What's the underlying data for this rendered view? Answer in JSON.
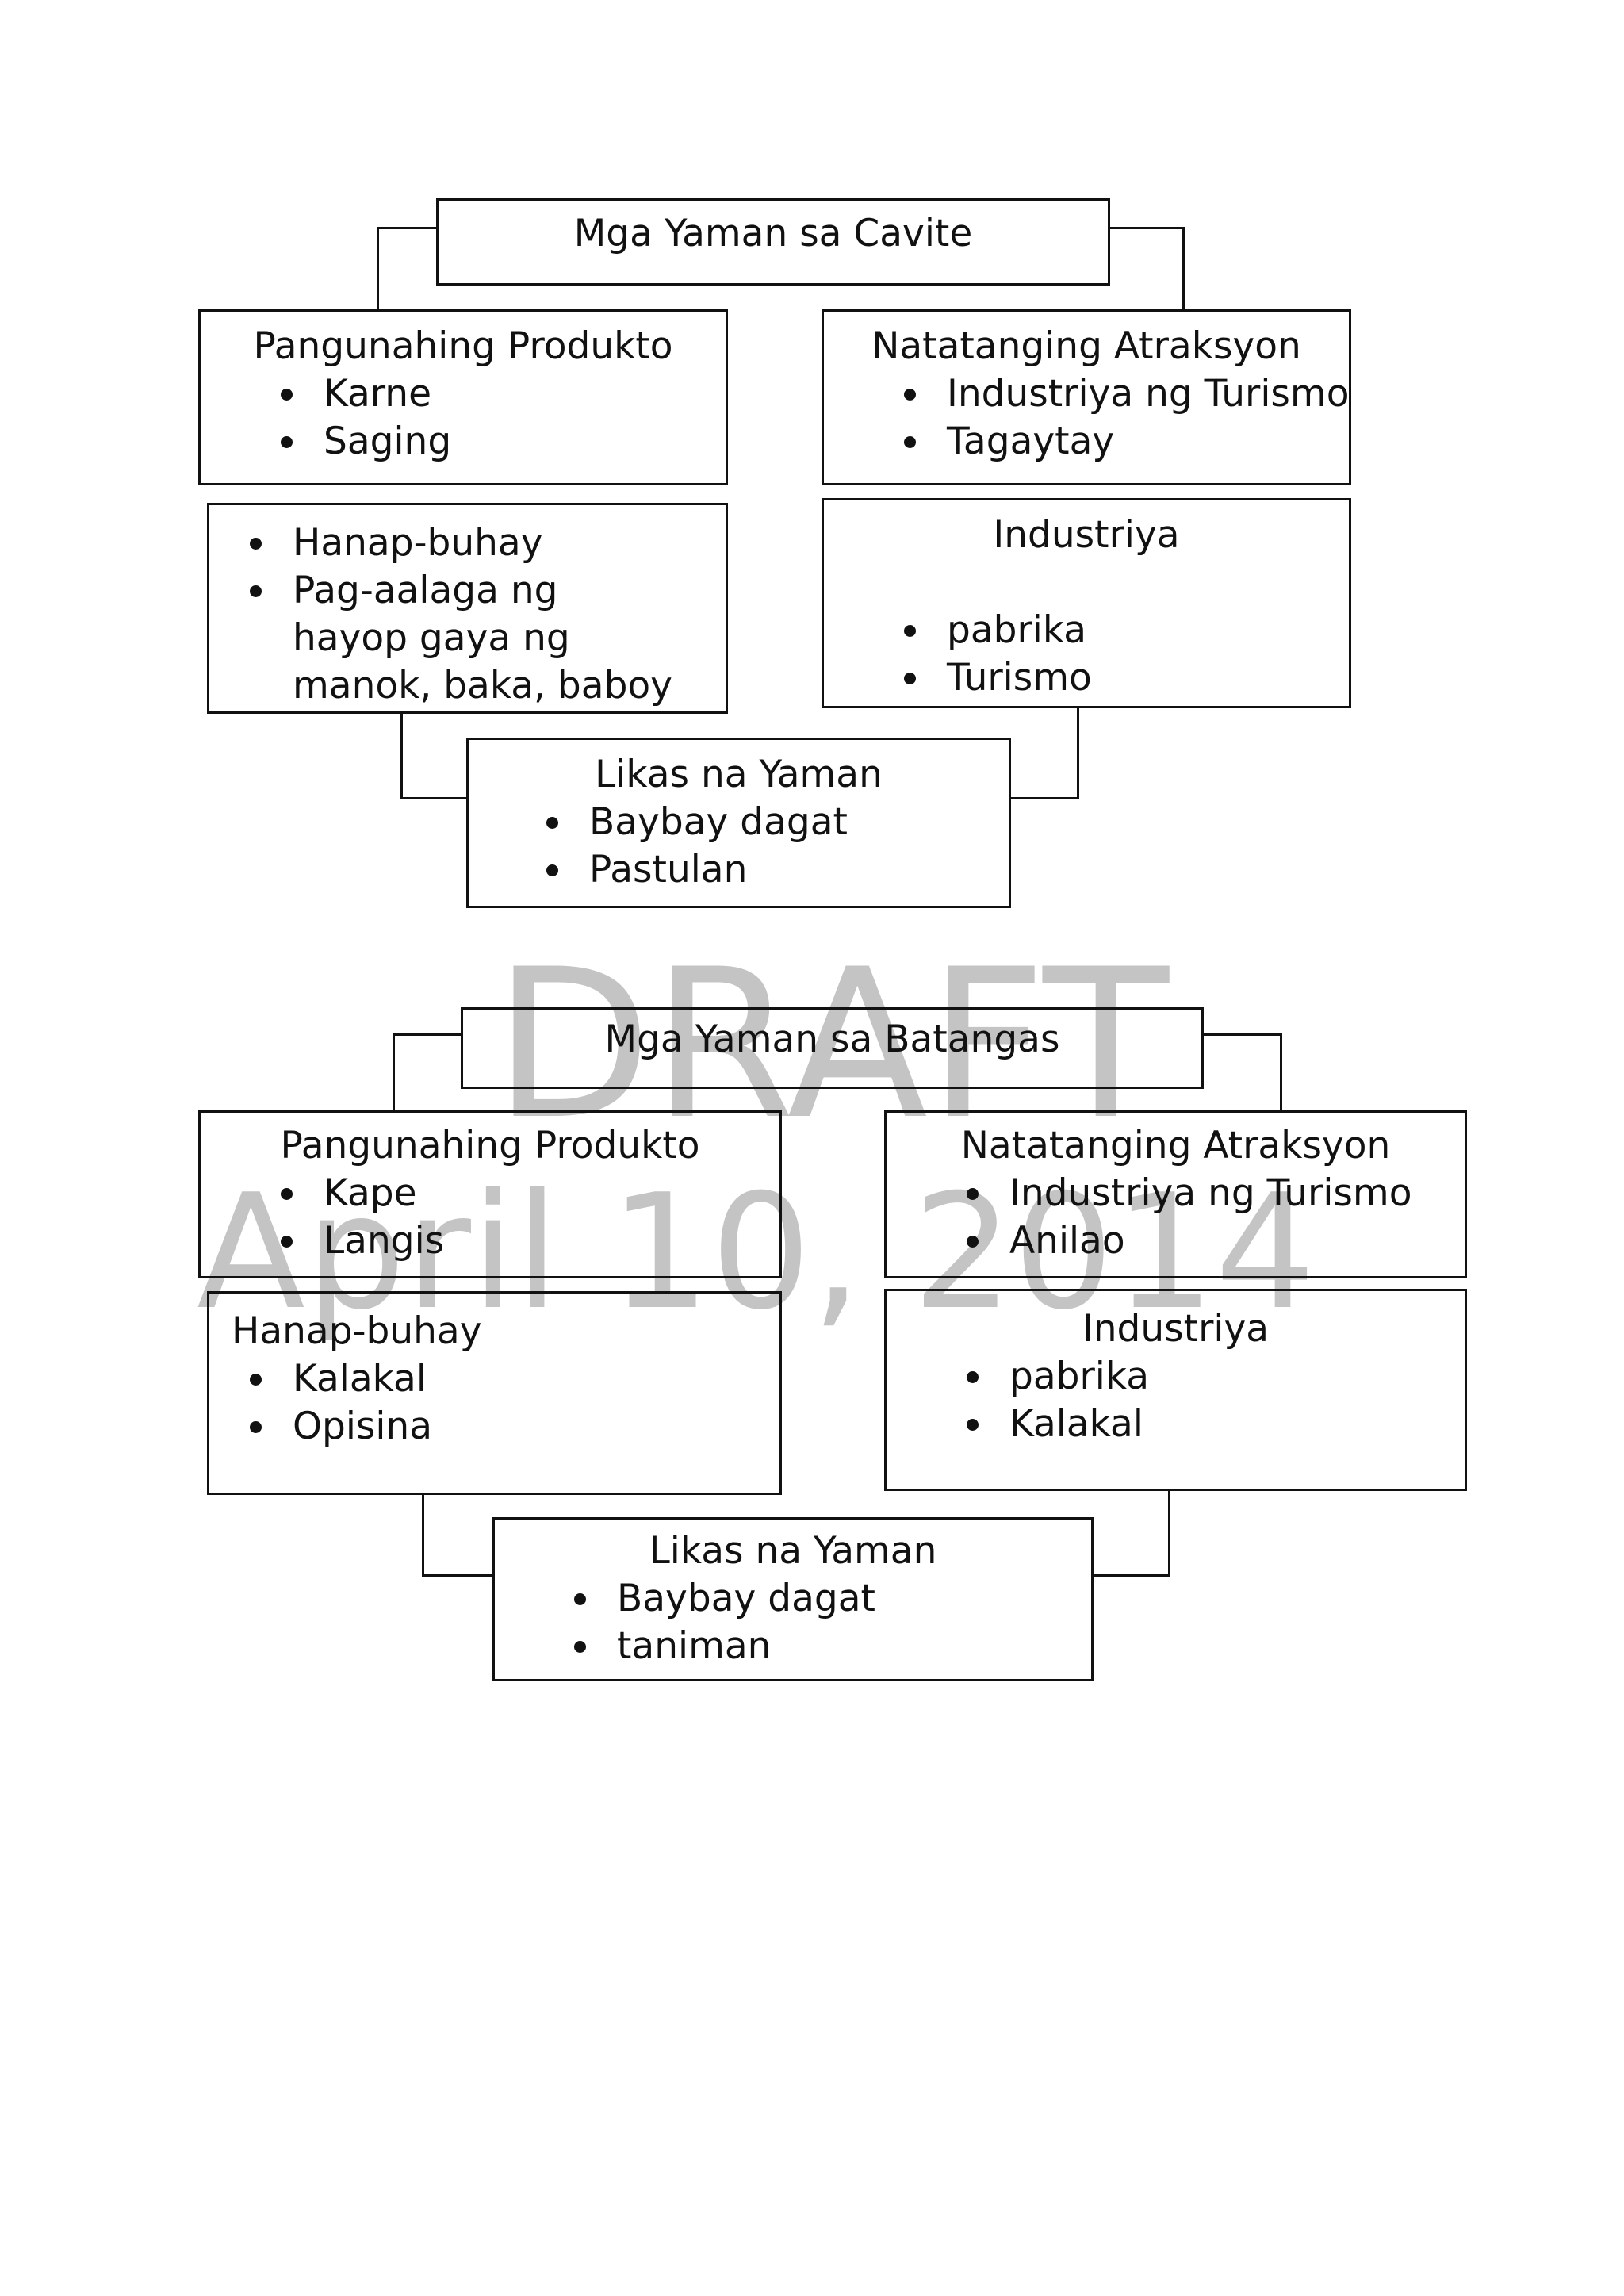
{
  "watermark": {
    "line1": "DRAFT",
    "line2": "April 10, 2014"
  },
  "cavite": {
    "title": "Mga Yaman sa Cavite",
    "pangunahing_produkto": {
      "heading": "Pangunahing Produkto",
      "items": [
        "Karne",
        "Saging"
      ]
    },
    "natatanging_atraksyon": {
      "heading": "Natatanging Atraksyon",
      "items": [
        "Industriya ng Turismo",
        "Tagaytay"
      ]
    },
    "hanap_buhay": {
      "items": [
        "Hanap-buhay",
        "Pag-aalaga ng",
        "hayop gaya ng",
        "manok, baka, baboy"
      ]
    },
    "industriya": {
      "heading": "Industriya",
      "items": [
        "pabrika",
        "Turismo"
      ]
    },
    "likas_na_yaman": {
      "heading": "Likas na Yaman",
      "items": [
        "Baybay dagat",
        "Pastulan"
      ]
    }
  },
  "batangas": {
    "title": "Mga Yaman sa Batangas",
    "pangunahing_produkto": {
      "heading": "Pangunahing Produkto",
      "items": [
        "Kape",
        "Langis"
      ]
    },
    "natatanging_atraksyon": {
      "heading": "Natatanging Atraksyon",
      "items": [
        "Industriya ng Turismo",
        "Anilao"
      ]
    },
    "hanap_buhay": {
      "heading": "Hanap-buhay",
      "items": [
        "Kalakal",
        "Opisina"
      ]
    },
    "industriya": {
      "heading": "Industriya",
      "items": [
        "pabrika",
        "Kalakal"
      ]
    },
    "likas_na_yaman": {
      "heading": "Likas na Yaman",
      "items": [
        "Baybay dagat",
        "taniman"
      ]
    }
  }
}
